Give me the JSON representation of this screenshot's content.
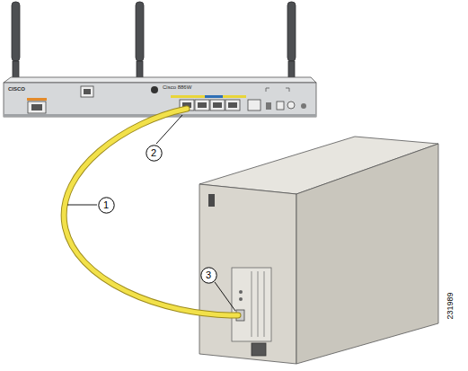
{
  "diagram": {
    "nodes": [
      {
        "text": [
          "1"
        ]
      },
      {
        "text": [
          "2"
        ]
      },
      {
        "text": [
          "3"
        ]
      }
    ],
    "labels": [
      "CISCO",
      "Cisco 886W",
      "231989"
    ]
  }
}
